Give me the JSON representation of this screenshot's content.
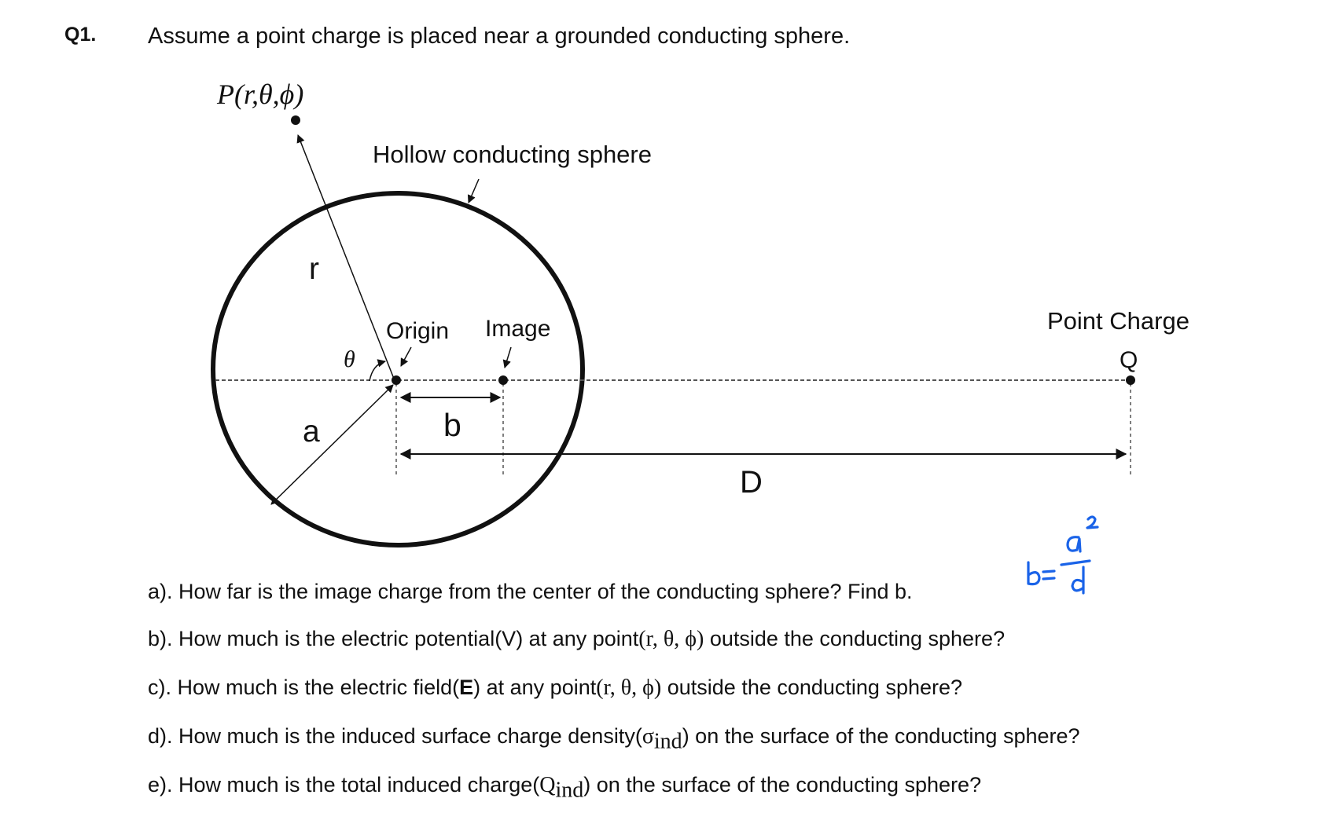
{
  "question": {
    "number": "Q1.",
    "text": "Assume a point charge is placed near a grounded conducting sphere."
  },
  "diagram": {
    "point_label": "P(r,θ,ϕ)",
    "sphere_label": "Hollow conducting sphere",
    "r_label": "r",
    "origin_label": "Origin",
    "image_label": "Image",
    "theta_label": "θ",
    "a_label": "a",
    "b_label": "b",
    "d_label": "D",
    "charge_label": "Point Charge",
    "charge_symbol": "Q",
    "handwritten_note": "b= a²/d",
    "handwritten_color": "#1a63e8"
  },
  "subquestions": {
    "a": {
      "text": "a). How far is the image charge from the center of the conducting sphere? Find b."
    },
    "b": {
      "pre": "b). How much is the electric potential(V) at any point",
      "math": "(r, θ, ϕ)",
      "post": " outside the conducting sphere?"
    },
    "c": {
      "pre": "c). How much is the electric field(",
      "bold": "E",
      "mid": ") at any point",
      "math": "(r, θ, ϕ)",
      "post": " outside the conducting sphere?"
    },
    "d": {
      "pre": "d). How much is the induced surface charge density(",
      "sym": "σ",
      "sub": "ind",
      "post": ") on the surface of the conducting sphere?"
    },
    "e": {
      "pre": "e). How much is the total induced charge(",
      "sym": "Q",
      "sub": "ind",
      "post": ") on the surface of the conducting sphere?"
    }
  }
}
